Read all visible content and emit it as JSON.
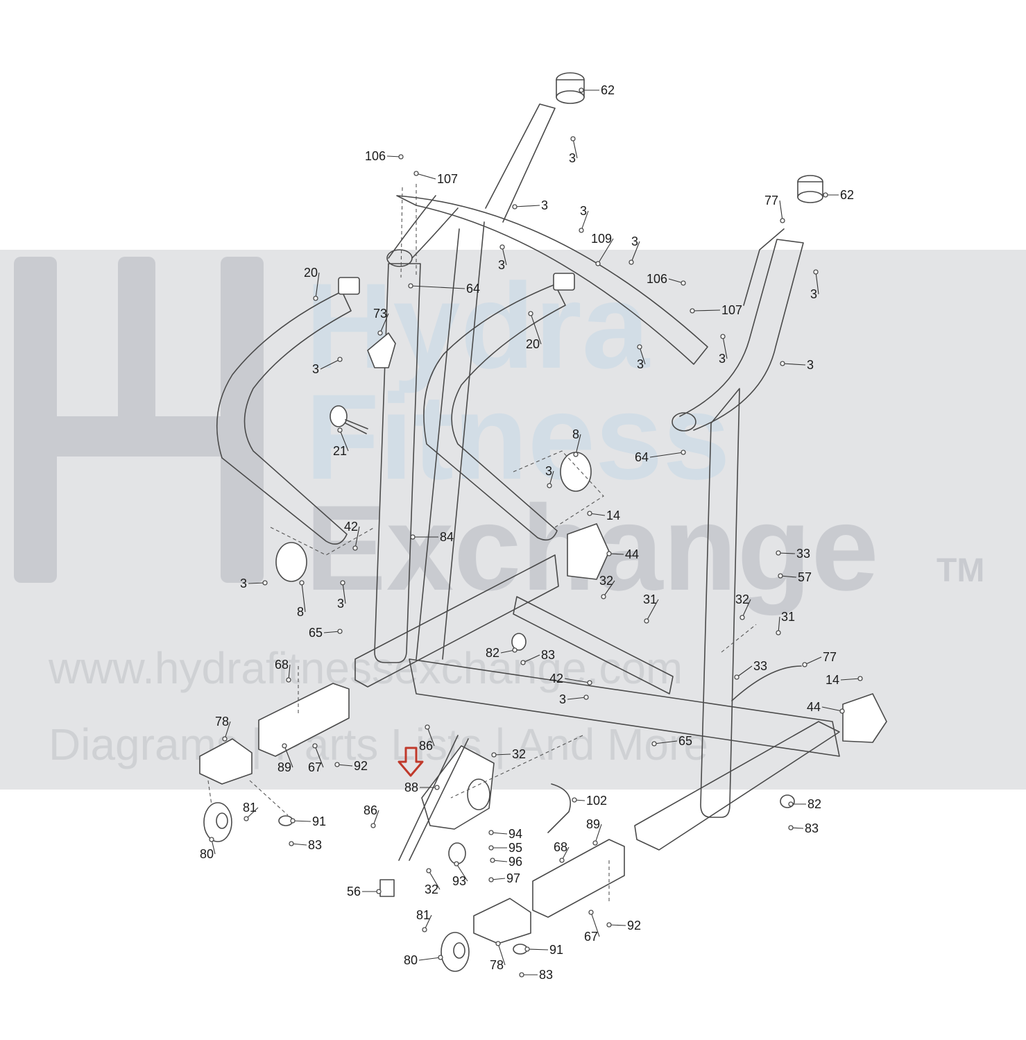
{
  "watermark": {
    "brand_line1": "Hydra",
    "brand_line2": "Fitness",
    "brand_line3": "Exchange",
    "trademark": "TM",
    "url": "www.hydrafitnessexchange.com",
    "tagline": "Diagrams | Parts Lists | And More"
  },
  "highlight": {
    "part": "88",
    "color": "#c0392b"
  },
  "part_labels": [
    {
      "id": "62a",
      "text": "62"
    },
    {
      "id": "3a",
      "text": "3"
    },
    {
      "id": "106a",
      "text": "106"
    },
    {
      "id": "107a",
      "text": "107"
    },
    {
      "id": "3b",
      "text": "3"
    },
    {
      "id": "3c",
      "text": "3"
    },
    {
      "id": "109",
      "text": "109"
    },
    {
      "id": "3d",
      "text": "3"
    },
    {
      "id": "3e",
      "text": "3"
    },
    {
      "id": "62b",
      "text": "62"
    },
    {
      "id": "77a",
      "text": "77"
    },
    {
      "id": "3f",
      "text": "3"
    },
    {
      "id": "106b",
      "text": "106"
    },
    {
      "id": "107b",
      "text": "107"
    },
    {
      "id": "3g",
      "text": "3"
    },
    {
      "id": "3h",
      "text": "3"
    },
    {
      "id": "3i",
      "text": "3"
    },
    {
      "id": "20a",
      "text": "20"
    },
    {
      "id": "64a",
      "text": "64"
    },
    {
      "id": "73",
      "text": "73"
    },
    {
      "id": "20b",
      "text": "20"
    },
    {
      "id": "3j",
      "text": "3"
    },
    {
      "id": "21",
      "text": "21"
    },
    {
      "id": "64b",
      "text": "64"
    },
    {
      "id": "8a",
      "text": "8"
    },
    {
      "id": "3k",
      "text": "3"
    },
    {
      "id": "14a",
      "text": "14"
    },
    {
      "id": "42a",
      "text": "42"
    },
    {
      "id": "84",
      "text": "84"
    },
    {
      "id": "44a",
      "text": "44"
    },
    {
      "id": "33a",
      "text": "33"
    },
    {
      "id": "57",
      "text": "57"
    },
    {
      "id": "3l",
      "text": "3"
    },
    {
      "id": "8b",
      "text": "8"
    },
    {
      "id": "3m",
      "text": "3"
    },
    {
      "id": "32a",
      "text": "32"
    },
    {
      "id": "31a",
      "text": "31"
    },
    {
      "id": "32b",
      "text": "32"
    },
    {
      "id": "31b",
      "text": "31"
    },
    {
      "id": "65a",
      "text": "65"
    },
    {
      "id": "82a",
      "text": "82"
    },
    {
      "id": "83a",
      "text": "83"
    },
    {
      "id": "68a",
      "text": "68"
    },
    {
      "id": "77b",
      "text": "77"
    },
    {
      "id": "33b",
      "text": "33"
    },
    {
      "id": "42b",
      "text": "42"
    },
    {
      "id": "14b",
      "text": "14"
    },
    {
      "id": "3n",
      "text": "3"
    },
    {
      "id": "44b",
      "text": "44"
    },
    {
      "id": "78a",
      "text": "78"
    },
    {
      "id": "86a",
      "text": "86"
    },
    {
      "id": "65b",
      "text": "65"
    },
    {
      "id": "89a",
      "text": "89"
    },
    {
      "id": "67a",
      "text": "67"
    },
    {
      "id": "92a",
      "text": "92"
    },
    {
      "id": "32c",
      "text": "32"
    },
    {
      "id": "88",
      "text": "88"
    },
    {
      "id": "102",
      "text": "102"
    },
    {
      "id": "82b",
      "text": "82"
    },
    {
      "id": "81a",
      "text": "81"
    },
    {
      "id": "91a",
      "text": "91"
    },
    {
      "id": "86b",
      "text": "86"
    },
    {
      "id": "83b",
      "text": "83"
    },
    {
      "id": "80a",
      "text": "80"
    },
    {
      "id": "83c",
      "text": "83"
    },
    {
      "id": "94",
      "text": "94"
    },
    {
      "id": "95",
      "text": "95"
    },
    {
      "id": "89b",
      "text": "89"
    },
    {
      "id": "68b",
      "text": "68"
    },
    {
      "id": "96",
      "text": "96"
    },
    {
      "id": "56",
      "text": "56"
    },
    {
      "id": "32d",
      "text": "32"
    },
    {
      "id": "93",
      "text": "93"
    },
    {
      "id": "97",
      "text": "97"
    },
    {
      "id": "81b",
      "text": "81"
    },
    {
      "id": "92b",
      "text": "92"
    },
    {
      "id": "67b",
      "text": "67"
    },
    {
      "id": "91b",
      "text": "91"
    },
    {
      "id": "80b",
      "text": "80"
    },
    {
      "id": "78b",
      "text": "78"
    },
    {
      "id": "83d",
      "text": "83"
    }
  ]
}
